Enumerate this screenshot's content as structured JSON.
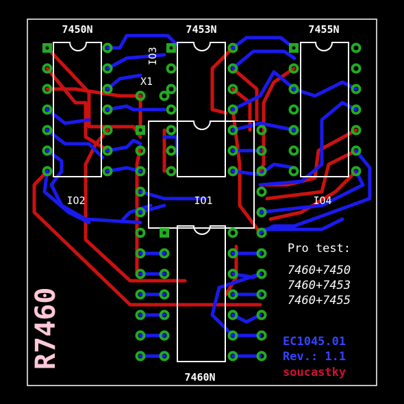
{
  "colors": {
    "background": "#000000",
    "outline": "#ffffff",
    "copper_bottom": "#1a1aee",
    "copper_top": "#cc1111",
    "pad": "#22aa22",
    "silk": "#ffffff",
    "label_blue": "#3344ff",
    "label_red": "#cc1133",
    "label_pink": "#ffc8d8"
  },
  "chips": [
    {
      "part": "7450N",
      "ref": "IO2",
      "pins": 14
    },
    {
      "part": "7453N",
      "ref": "IO3",
      "pins": 14
    },
    {
      "part": "7455N",
      "ref": "IO4",
      "pins": 14
    },
    {
      "part": "",
      "ref": "IO1",
      "pins": 24
    },
    {
      "part": "7460N",
      "ref": "",
      "pins": 14
    }
  ],
  "jumper": {
    "ref": "X1"
  },
  "test_note": {
    "heading": "Pro test:",
    "lines": [
      "7460+7450",
      "7460+7453",
      "7460+7455"
    ]
  },
  "board_id": {
    "code": "EC1045.01",
    "revision": "Rev.: 1.1",
    "author": "soucastky"
  },
  "board_name": "R7460"
}
